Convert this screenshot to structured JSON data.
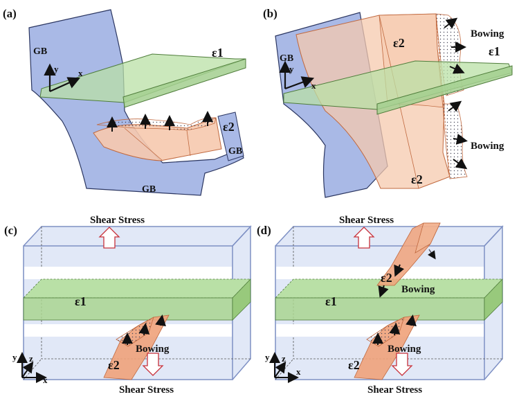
{
  "panels": {
    "a": {
      "label": "(a)",
      "gb_labels": [
        "GB",
        "GB",
        "GB"
      ],
      "eps1": "ε1",
      "eps2": "ε2",
      "axes": {
        "x": "x",
        "y": "y"
      }
    },
    "b": {
      "label": "(b)",
      "gb_label": "GB",
      "eps1": "ε1",
      "eps2_top": "ε2",
      "eps2_bottom": "ε2",
      "bowing_top": "Bowing",
      "bowing_bottom": "Bowing",
      "axes": {
        "x": "x",
        "y": "y"
      }
    },
    "c": {
      "label": "(c)",
      "shear_top": "Shear Stress",
      "shear_bottom": "Shear Stress",
      "eps1": "ε1",
      "eps2": "ε2",
      "bowing": "Bowing",
      "axes": {
        "x": "x",
        "y": "y",
        "z": "z"
      }
    },
    "d": {
      "label": "(d)",
      "shear_top": "Shear Stress",
      "shear_bottom": "Shear Stress",
      "eps1": "ε1",
      "eps2_top": "ε2",
      "eps2_bottom": "ε2",
      "bowing_top": "Bowing",
      "bowing_bottom": "Bowing",
      "axes": {
        "x": "x",
        "y": "y",
        "z": "z"
      }
    }
  },
  "colors": {
    "grain_blue": "#a9b9e6",
    "grain_edge": "#2a3560",
    "twin_green": "#b9e0a6",
    "twin_green_edge": "#4e7c3a",
    "twin_orange": "#f6c9ae",
    "twin_orange_dark": "#e8906a",
    "twin_orange_edge": "#c0683e",
    "box_blue": "#c9d6f1",
    "box_edge": "#7e90c4",
    "arrow_red": "#c8303a"
  }
}
